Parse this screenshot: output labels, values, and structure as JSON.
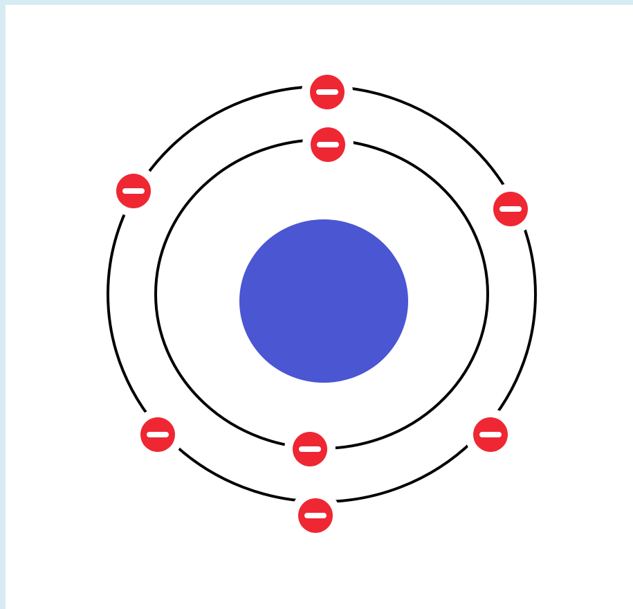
{
  "diagram": {
    "colors": {
      "background": "#d7ecf2",
      "canvas": "#ffffff",
      "nucleus": "#4a56d2",
      "electron": "#ee2733",
      "electron_minus": "#ffffff",
      "shell": "#000000"
    },
    "nucleus": {
      "icon": "nucleus-circle"
    },
    "shells": [
      {
        "name": "inner-shell",
        "electron_count": 2
      },
      {
        "name": "outer-shell",
        "electron_count": 6
      }
    ],
    "electron_symbol": "minus-sign"
  }
}
